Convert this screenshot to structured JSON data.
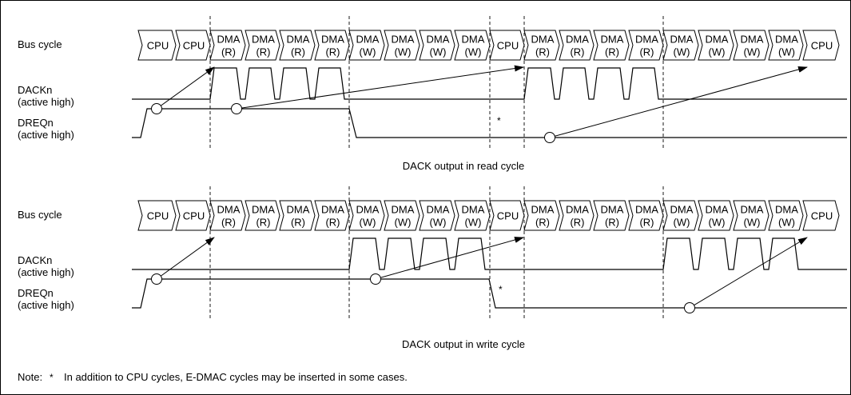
{
  "colors": {
    "line": "#000000",
    "background": "#ffffff"
  },
  "panels": [
    {
      "labels": {
        "bus_cycle": "Bus cycle",
        "dack_line1": "DACKn",
        "dack_line2": "(active high)",
        "dreq_line1": "DREQn",
        "dreq_line2": "(active high)"
      },
      "cycles": [
        {
          "top": "CPU",
          "bottom": ""
        },
        {
          "top": "CPU",
          "bottom": ""
        },
        {
          "top": "DMA",
          "bottom": "(R)"
        },
        {
          "top": "DMA",
          "bottom": "(R)"
        },
        {
          "top": "DMA",
          "bottom": "(R)"
        },
        {
          "top": "DMA",
          "bottom": "(R)"
        },
        {
          "top": "DMA",
          "bottom": "(W)"
        },
        {
          "top": "DMA",
          "bottom": "(W)"
        },
        {
          "top": "DMA",
          "bottom": "(W)"
        },
        {
          "top": "DMA",
          "bottom": "(W)"
        },
        {
          "top": "CPU",
          "bottom": ""
        },
        {
          "top": "DMA",
          "bottom": "(R)"
        },
        {
          "top": "DMA",
          "bottom": "(R)"
        },
        {
          "top": "DMA",
          "bottom": "(R)"
        },
        {
          "top": "DMA",
          "bottom": "(R)"
        },
        {
          "top": "DMA",
          "bottom": "(W)"
        },
        {
          "top": "DMA",
          "bottom": "(W)"
        },
        {
          "top": "DMA",
          "bottom": "(W)"
        },
        {
          "top": "DMA",
          "bottom": "(W)"
        },
        {
          "top": "CPU",
          "bottom": ""
        }
      ],
      "dack_active_cycles": [
        2,
        3,
        4,
        5,
        11,
        12,
        13,
        14
      ],
      "dreq_asterisk": "*",
      "caption": "DACK output in read cycle"
    },
    {
      "labels": {
        "bus_cycle": "Bus cycle",
        "dack_line1": "DACKn",
        "dack_line2": "(active high)",
        "dreq_line1": "DREQn",
        "dreq_line2": "(active high)"
      },
      "cycles": [
        {
          "top": "CPU",
          "bottom": ""
        },
        {
          "top": "CPU",
          "bottom": ""
        },
        {
          "top": "DMA",
          "bottom": "(R)"
        },
        {
          "top": "DMA",
          "bottom": "(R)"
        },
        {
          "top": "DMA",
          "bottom": "(R)"
        },
        {
          "top": "DMA",
          "bottom": "(R)"
        },
        {
          "top": "DMA",
          "bottom": "(W)"
        },
        {
          "top": "DMA",
          "bottom": "(W)"
        },
        {
          "top": "DMA",
          "bottom": "(W)"
        },
        {
          "top": "DMA",
          "bottom": "(W)"
        },
        {
          "top": "CPU",
          "bottom": ""
        },
        {
          "top": "DMA",
          "bottom": "(R)"
        },
        {
          "top": "DMA",
          "bottom": "(R)"
        },
        {
          "top": "DMA",
          "bottom": "(R)"
        },
        {
          "top": "DMA",
          "bottom": "(R)"
        },
        {
          "top": "DMA",
          "bottom": "(W)"
        },
        {
          "top": "DMA",
          "bottom": "(W)"
        },
        {
          "top": "DMA",
          "bottom": "(W)"
        },
        {
          "top": "DMA",
          "bottom": "(W)"
        },
        {
          "top": "CPU",
          "bottom": ""
        }
      ],
      "dack_active_cycles": [
        6,
        7,
        8,
        9,
        15,
        16,
        17,
        18
      ],
      "dreq_asterisk": "*",
      "caption": "DACK output in write cycle"
    }
  ],
  "note": {
    "prefix": "Note:",
    "marker": "*",
    "text": "In addition to CPU cycles, E-DMAC cycles may be inserted in some cases."
  }
}
